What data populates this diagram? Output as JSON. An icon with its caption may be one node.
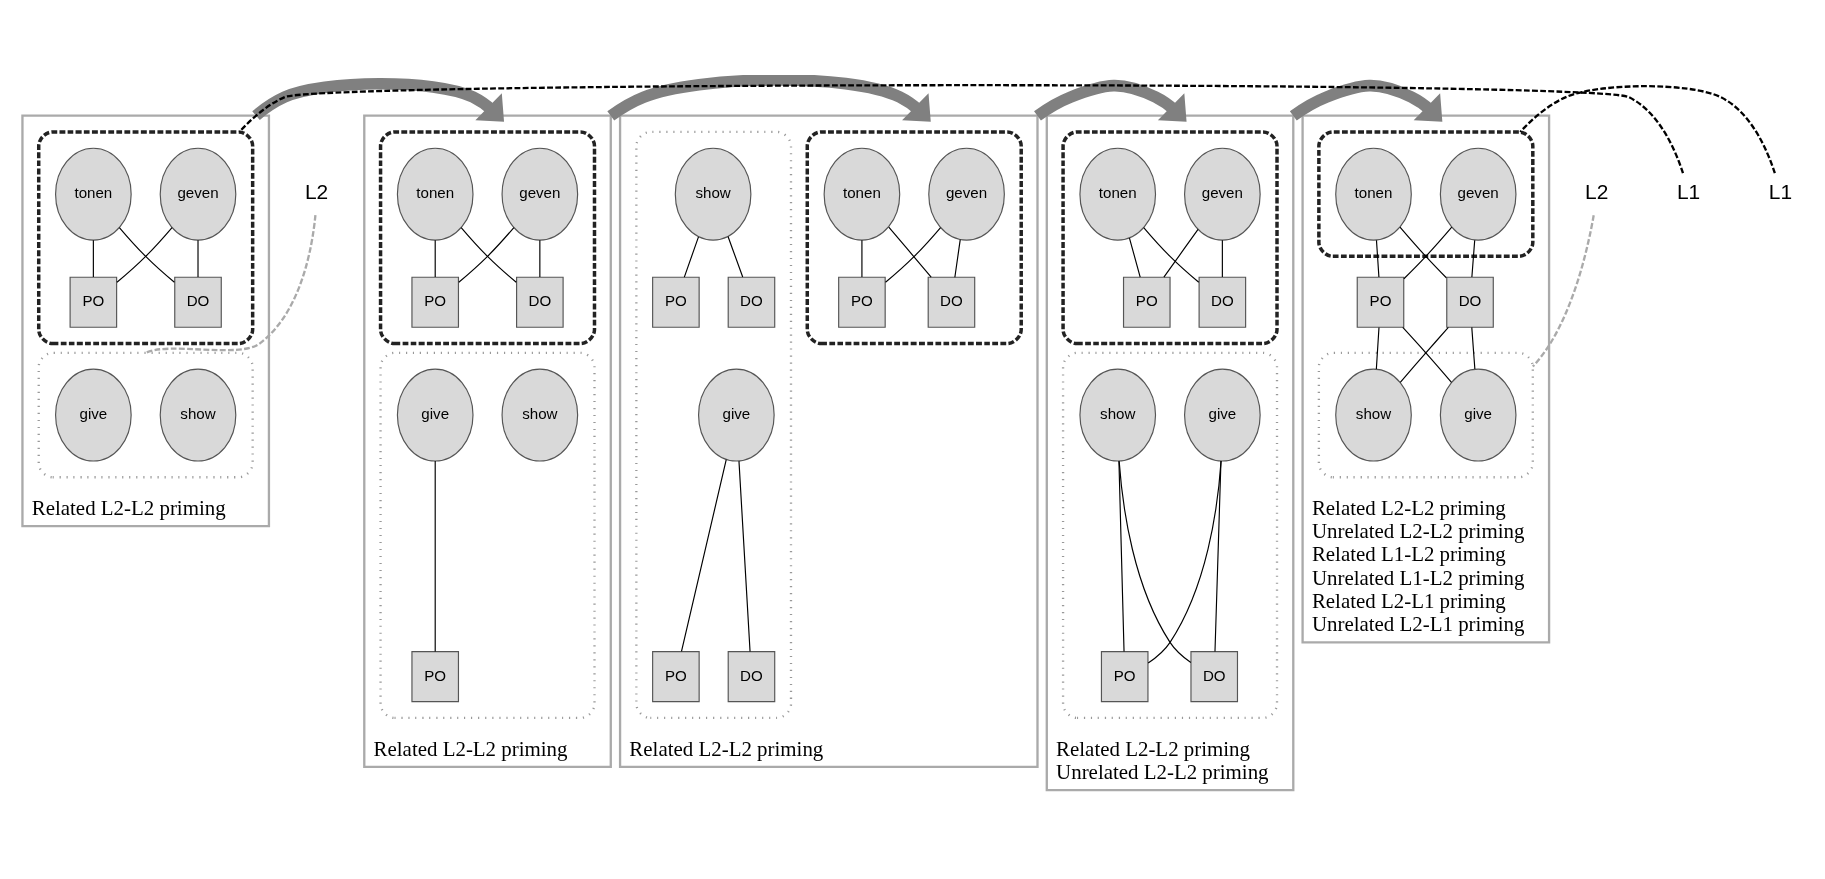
{
  "diagram": {
    "nodes": [
      {
        "text": [],
        "shape": "box",
        "beside": [
          "Related L2-L2 priming"
        ]
      },
      {
        "text": [],
        "shape": "box",
        "in": 0
      },
      {
        "text": [
          "geven"
        ],
        "in": 1
      },
      {
        "text": [
          "tonen"
        ],
        "in": 1
      },
      {
        "text": [
          "PO"
        ],
        "in": 1
      },
      {
        "text": [
          "DO"
        ],
        "in": 1
      },
      {
        "text": [],
        "shape": "box",
        "in": 0
      },
      {
        "text": [
          "give"
        ],
        "in": 6
      },
      {
        "text": [
          "show"
        ],
        "in": 6
      },
      {
        "text": [],
        "shape": "box",
        "beside": [
          "Related L2-L2 priming"
        ]
      },
      {
        "text": [],
        "shape": "box",
        "in": 9
      },
      {
        "text": [
          "geven"
        ],
        "in": 10
      },
      {
        "text": [
          "tonen"
        ],
        "in": 10
      },
      {
        "text": [
          "PO"
        ],
        "in": 10
      },
      {
        "text": [
          "DO"
        ],
        "in": 10
      },
      {
        "text": [],
        "shape": "box",
        "in": 9
      },
      {
        "text": [
          "give"
        ],
        "in": 15
      },
      {
        "text": [
          "show"
        ],
        "in": 15
      },
      {
        "text": [
          "PO"
        ],
        "in": 15
      },
      {
        "text": [],
        "shape": "box",
        "beside": [
          "Related L2-L2 priming"
        ]
      },
      {
        "text": [],
        "shape": "box",
        "in": 19
      },
      {
        "text": [
          "geven"
        ],
        "in": 20
      },
      {
        "text": [
          "tonen"
        ],
        "in": 20
      },
      {
        "text": [
          "PO"
        ],
        "in": 20
      },
      {
        "text": [
          "DO"
        ],
        "in": 20
      },
      {
        "text": [],
        "shape": "box",
        "in": 19
      },
      {
        "text": [
          "give"
        ],
        "in": 25
      },
      {
        "text": [
          "show"
        ],
        "in": 25
      },
      {
        "text": [
          "PO"
        ],
        "in": 25
      },
      {
        "text": [
          "DO"
        ],
        "in": 25
      },
      {
        "text": [
          "PO"
        ],
        "in": 25
      },
      {
        "text": [
          "DO"
        ],
        "in": 25
      },
      {
        "text": [],
        "shape": "box",
        "beside": [
          "Related L2-L2 priming",
          "Unrelated L2-L2 priming"
        ]
      },
      {
        "text": [],
        "shape": "box",
        "in": 32
      },
      {
        "text": [
          "geven"
        ],
        "in": 33
      },
      {
        "text": [
          "tonen"
        ],
        "in": 33
      },
      {
        "text": [
          "PO"
        ],
        "in": 33
      },
      {
        "text": [
          "DO"
        ],
        "in": 33
      },
      {
        "text": [],
        "shape": "box",
        "in": 32
      },
      {
        "text": [
          "give"
        ],
        "in": 38
      },
      {
        "text": [
          "show"
        ],
        "in": 38
      },
      {
        "text": [
          "PO"
        ],
        "in": 38
      },
      {
        "text": [
          "DO"
        ],
        "in": 38
      },
      {
        "text": [],
        "shape": "box",
        "beside": [
          "Related L2-L2 priming",
          "Unrelated L2-L2 priming",
          "Related L1-L2 priming",
          "Unrelated L1-L2 priming",
          "Related L2-L1 priming",
          "Unrelated L2-L1 priming"
        ]
      },
      {
        "text": [],
        "shape": "box",
        "in": 43
      },
      {
        "text": [],
        "shape": "box",
        "in": 43
      },
      {
        "text": [
          "geven"
        ],
        "in": 44
      },
      {
        "text": [
          "tonen"
        ],
        "in": 44
      },
      {
        "text": [
          "PO"
        ],
        "in": 43
      },
      {
        "text": [
          "DO"
        ],
        "in": 43
      },
      {
        "text": [
          "give"
        ],
        "in": 45
      },
      {
        "text": [
          "show"
        ],
        "in": 45
      },
      {
        "text": [
          "L1"
        ]
      },
      {
        "text": [
          "L2"
        ]
      },
      {
        "text": [
          "L1"
        ]
      },
      {
        "text": [
          "L2"
        ]
      }
    ],
    "edges": [
      {
        "from": 2,
        "to": 4,
        "arrow": "none"
      },
      {
        "from": 2,
        "to": 5,
        "arrow": "none"
      },
      {
        "from": 3,
        "to": 4,
        "arrow": "none"
      },
      {
        "from": 3,
        "to": 5,
        "arrow": "none"
      },
      {
        "from": 11,
        "to": 13,
        "arrow": "none"
      },
      {
        "from": 11,
        "to": 14,
        "arrow": "none"
      },
      {
        "from": 12,
        "to": 13,
        "arrow": "none"
      },
      {
        "from": 12,
        "to": 14,
        "arrow": "none"
      },
      {
        "from": 16,
        "to": 18,
        "arrow": "none"
      },
      {
        "from": 21,
        "to": 23,
        "arrow": "none"
      },
      {
        "from": 21,
        "to": 24,
        "arrow": "none"
      },
      {
        "from": 22,
        "to": 23,
        "arrow": "none"
      },
      {
        "from": 22,
        "to": 24,
        "arrow": "none"
      },
      {
        "from": 26,
        "to": 28,
        "arrow": "none"
      },
      {
        "from": 26,
        "to": 29,
        "arrow": "none"
      },
      {
        "from": 27,
        "to": 30,
        "arrow": "none"
      },
      {
        "from": 27,
        "to": 31,
        "arrow": "none"
      },
      {
        "from": 34,
        "to": 36,
        "arrow": "none"
      },
      {
        "from": 34,
        "to": 37,
        "arrow": "none"
      },
      {
        "from": 35,
        "to": 36,
        "arrow": "none"
      },
      {
        "from": 35,
        "to": 37,
        "arrow": "none"
      },
      {
        "from": 39,
        "to": 41,
        "arrow": "none"
      },
      {
        "from": 39,
        "to": 42,
        "arrow": "none"
      },
      {
        "from": 40,
        "to": 41,
        "arrow": "none"
      },
      {
        "from": 40,
        "to": 42,
        "arrow": "none"
      },
      {
        "from": 46,
        "to": 48,
        "arrow": "none"
      },
      {
        "from": 46,
        "to": 49,
        "arrow": "none"
      },
      {
        "from": 47,
        "to": 48,
        "arrow": "none"
      },
      {
        "from": 47,
        "to": 49,
        "arrow": "none"
      },
      {
        "from": 48,
        "to": 50,
        "arrow": "none"
      },
      {
        "from": 49,
        "to": 50,
        "arrow": "none"
      },
      {
        "from": 48,
        "to": 51,
        "arrow": "none"
      },
      {
        "from": 49,
        "to": 51,
        "arrow": "none"
      },
      {
        "from": 52,
        "to": 1,
        "arrow": "none",
        "style": "dashed"
      },
      {
        "from": 53,
        "to": 6,
        "arrow": "none",
        "style": "dashed",
        "color": "#aaaaaa"
      },
      {
        "from": 54,
        "to": 44,
        "arrow": "none",
        "style": "dashed"
      },
      {
        "from": 55,
        "to": 45,
        "arrow": "none",
        "style": "dashed",
        "color": "#aaaaaa"
      },
      {
        "from": 0,
        "to": 9,
        "arrow": "to",
        "style": "thick",
        "color": "#808080"
      },
      {
        "from": 9,
        "to": 19,
        "arrow": "to",
        "style": "thick",
        "color": "#808080"
      },
      {
        "from": 19,
        "to": 32,
        "arrow": "to",
        "style": "thick",
        "color": "#808080"
      },
      {
        "from": 32,
        "to": 43,
        "arrow": "to",
        "style": "thick",
        "color": "#808080"
      }
    ]
  }
}
